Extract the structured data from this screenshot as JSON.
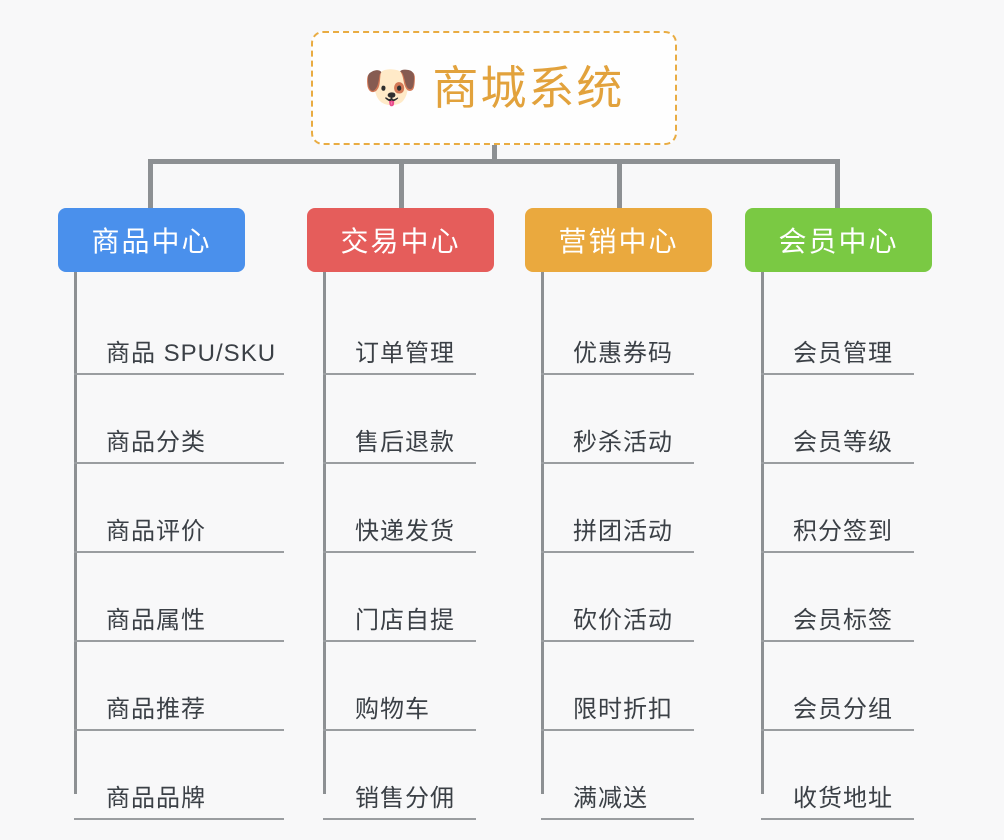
{
  "root": {
    "icon": "shiba-dog-face-icon",
    "icon_glyph": "🐶",
    "title": "商城系统",
    "title_color": "#e2a23c",
    "border_color": "#e9ac42"
  },
  "connector_color": "#8d9093",
  "background_color": "#f8f8f9",
  "branches": [
    {
      "label": "商品中心",
      "color": "#4a90ec",
      "items": [
        "商品 SPU/SKU",
        "商品分类",
        "商品评价",
        "商品属性",
        "商品推荐",
        "商品品牌"
      ]
    },
    {
      "label": "交易中心",
      "color": "#e55d5b",
      "items": [
        "订单管理",
        "售后退款",
        "快递发货",
        "门店自提",
        "购物车",
        "销售分佣"
      ]
    },
    {
      "label": "营销中心",
      "color": "#eaa93e",
      "items": [
        "优惠券码",
        "秒杀活动",
        "拼团活动",
        "砍价活动",
        "限时折扣",
        "满减送"
      ]
    },
    {
      "label": "会员中心",
      "color": "#7ac943",
      "items": [
        "会员管理",
        "会员等级",
        "积分签到",
        "会员标签",
        "会员分组",
        "收货地址"
      ]
    }
  ]
}
